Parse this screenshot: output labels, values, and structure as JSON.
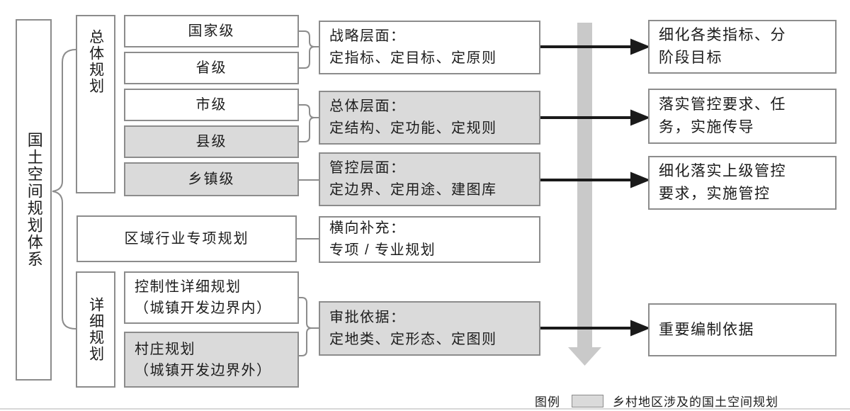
{
  "figure": {
    "root": "国土空间规划体系",
    "group_overall": "总体规划",
    "group_detailed": "详细规划",
    "levels": [
      "国家级",
      "省级",
      "市级",
      "县级",
      "乡镇级"
    ],
    "levels_highlight": [
      false,
      false,
      false,
      true,
      true
    ],
    "regional": "区域行业专项规划",
    "detailed_plans": [
      "控制性详细规划\n（城镇开发边界内）",
      "村庄规划\n（城镇开发边界外）"
    ],
    "detailed_plans_highlight": [
      false,
      true
    ],
    "phases": [
      "战略层面：\n定指标、定目标、定原则",
      "总体层面：\n定结构、定功能、定规则",
      "管控层面：\n定边界、定用途、建图库",
      "横向补充：\n专项 / 专业规划",
      "审批依据：\n定地类、定形态、定图则"
    ],
    "phases_highlight": [
      false,
      true,
      true,
      false,
      true
    ],
    "outcomes": [
      "细化各类指标、分\n阶段目标",
      "落实管控要求、任\n务，实施传导",
      "细化落实上级管控\n要求，实施管控",
      "重要编制依据"
    ],
    "legend_title": "图例",
    "legend_label": "乡村地区涉及的国土空间规划",
    "colors": {
      "highlight_fill": "#dadada",
      "box_border": "#8c8c8c",
      "connector": "#8c8c8c",
      "arrow_black": "#1a1a1a",
      "flow_arrow_gray": "#c9c9c9"
    }
  }
}
